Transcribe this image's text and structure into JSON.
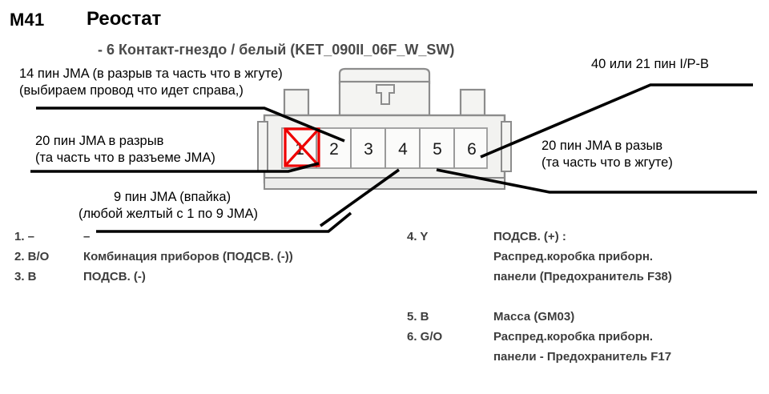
{
  "header": {
    "code": "M41",
    "title": "Реостат",
    "subtitle": "- 6 Контакт-гнездо / белый (KET_090II_06F_W_SW)"
  },
  "connector": {
    "type": "6-pin female connector",
    "pin_count": 6,
    "pins": [
      "1",
      "2",
      "3",
      "4",
      "5",
      "6"
    ],
    "marked_pin": "1",
    "marker_color": "#ee0000",
    "body_color": "#f2f2f0",
    "outline_color": "#8c8c8c"
  },
  "callouts": {
    "top_left": {
      "line1": "14 пин JMA (в разрыв та часть что в жгуте)",
      "line2": "(выбираем провод что идет справа,)"
    },
    "mid_left": {
      "line1": "20 пин JMA в разрыв",
      "line2": "(та часть что в разъеме JMA)"
    },
    "bottom_center": {
      "line1": "9 пин JMA (впайка)",
      "line2": "(любой желтый с 1 по 9 JMA)"
    },
    "top_right": {
      "line1": "40 или 21 пин I/P-B"
    },
    "mid_right": {
      "line1": "20 пин JMA в разыв",
      "line2": "(та часть что в жгуте)"
    }
  },
  "legend_left": [
    {
      "pin": "1. –",
      "desc": "–",
      "cont": ""
    },
    {
      "pin": "2. B/O",
      "desc": "Комбинация приборов (ПОДСВ. (-))",
      "cont": ""
    },
    {
      "pin": "3. B",
      "desc": "ПОДСВ. (-)",
      "cont": ""
    }
  ],
  "legend_right": [
    {
      "pin": "4. Y",
      "desc": "ПОДСВ. (+) :",
      "cont": "Распред.коробка приборн.",
      "cont2": "панели (Предохранитель F38)"
    },
    {
      "pin": "5. B",
      "desc": "Масса (GM03)",
      "cont": ""
    },
    {
      "pin": "6. G/O",
      "desc": "Распред.коробка приборн.",
      "cont": "панели - Предохранитель F17"
    }
  ]
}
